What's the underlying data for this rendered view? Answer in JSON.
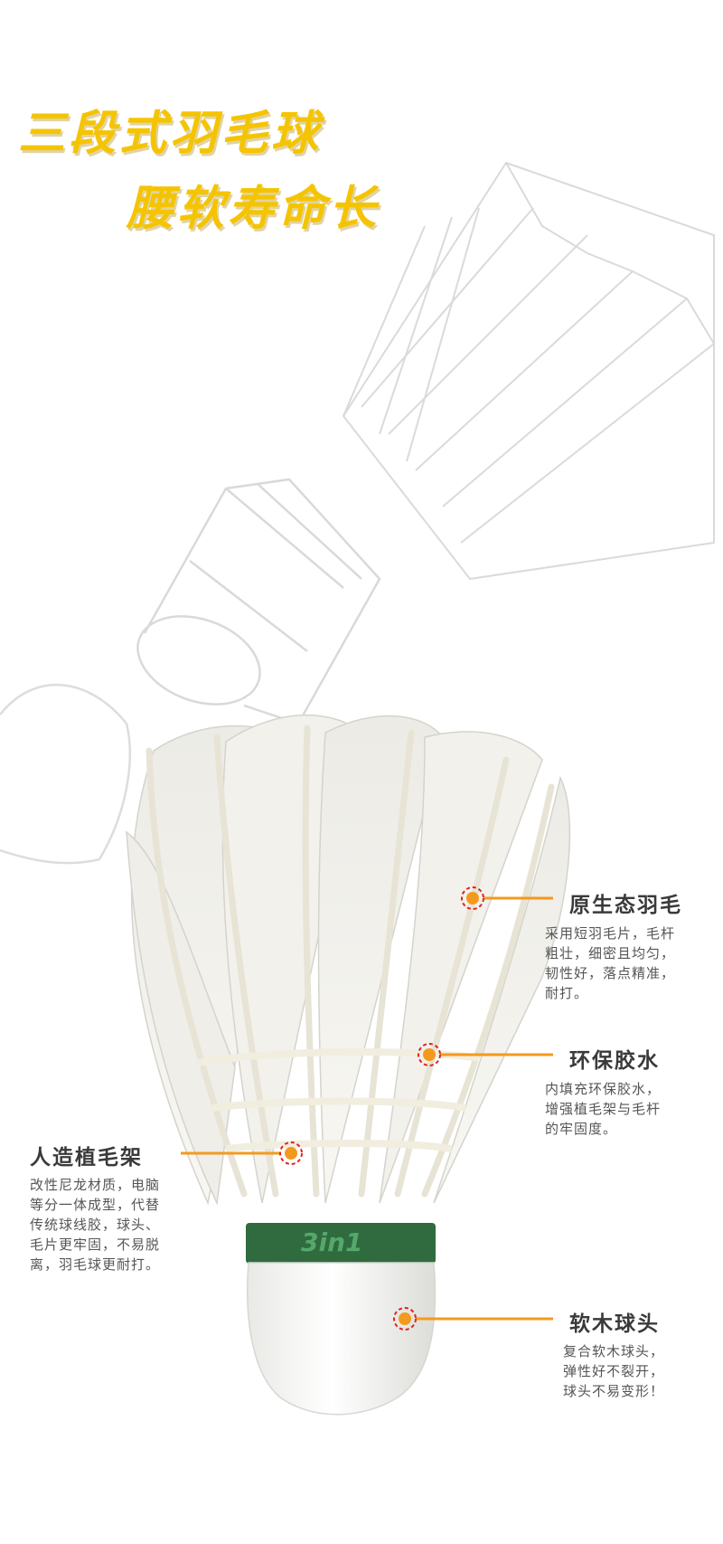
{
  "headline": {
    "line1": "三段式羽毛球",
    "line2": "腰软寿命长",
    "color": "#f5c400"
  },
  "product": {
    "band_label": "3in1",
    "band_color": "#2f6b3e"
  },
  "accent_color": "#f39a1e",
  "callouts": [
    {
      "title": "原生态羽毛",
      "desc": [
        "采用短羽毛片，毛杆",
        "粗壮，细密且均匀，",
        "韧性好，落点精准，",
        "耐打。"
      ]
    },
    {
      "title": "环保胶水",
      "desc": [
        "内填充环保胶水，",
        "增强植毛架与毛杆",
        "的牢固度。"
      ]
    },
    {
      "title": "人造植毛架",
      "desc": [
        "改性尼龙材质，电脑",
        "等分一体成型，代替",
        "传统球线胶，球头、",
        "毛片更牢固，不易脱",
        "离，羽毛球更耐打。"
      ]
    },
    {
      "title": "软木球头",
      "desc": [
        "复合软木球头，",
        "弹性好不裂开，",
        "球头不易变形！"
      ]
    }
  ]
}
